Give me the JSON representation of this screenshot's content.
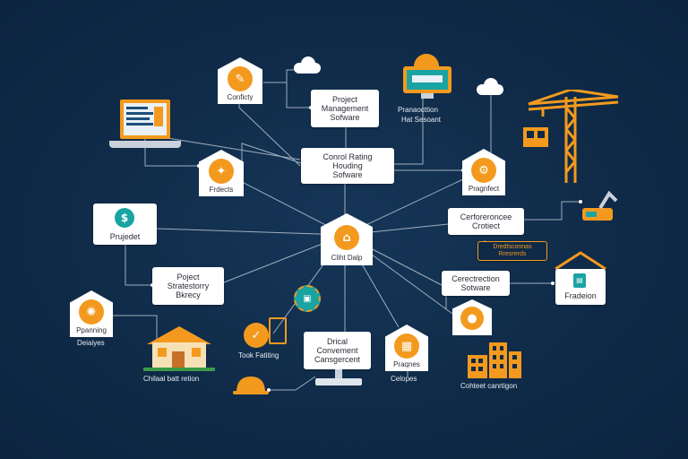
{
  "nodes": {
    "central": {
      "lines": [
        "Conrol Rating",
        "Houding",
        "Sofware"
      ]
    },
    "hub": {
      "label": "Cliht Dalp"
    },
    "project_mgmt": {
      "lines": [
        "Project",
        "Management",
        "Sofware"
      ]
    },
    "conficty": {
      "label": "Conficty"
    },
    "finance": {
      "label": "Frdects"
    },
    "budget": {
      "label": "Prujedet"
    },
    "project_story": {
      "lines": [
        "Poject",
        "Stratestorry",
        "Bkrecy"
      ]
    },
    "planning": {
      "label": "Ppanning"
    },
    "architects": {
      "label": "Pragnfect"
    },
    "conference": {
      "lines": [
        "Cerforeroncee",
        "Crotiect"
      ]
    },
    "contribution": {
      "lines": [
        "Cerectrection",
        "Sotware"
      ]
    },
    "foundation": {
      "label": "Fradeion"
    },
    "product": {
      "lines": [
        "Drical",
        "Convement",
        "Cansgercent"
      ]
    },
    "progress": {
      "label": "Praqnes"
    },
    "orange_tag": {
      "lines": [
        "Dredtsconnas",
        "Rresrerds"
      ]
    },
    "user_pin": {
      "label": ""
    }
  },
  "captions": {
    "deliveries": "Deiaiyes",
    "child_matters": "Chilaal batt retion",
    "tool_rating": "Took Fatiting",
    "colopes": "Celopes",
    "contract_campaign": "Cohteet canrtigon",
    "promotion": "Pranaocttion",
    "hat_support": "Hat Sesoant"
  },
  "icons": {
    "pencil": "pencil-icon",
    "dollar": "dollar-icon",
    "gear": "gear-icon",
    "bulb": "bulb-icon",
    "user": "user-icon",
    "chart": "chart-icon",
    "cloud": "cloud-icon",
    "crane": "crane-icon",
    "house": "house-icon",
    "laptop": "laptop-icon",
    "hardhat": "hardhat-icon"
  },
  "colors": {
    "background": "#0f2a47",
    "accent": "#f39a1e",
    "teal": "#1aa3a3",
    "wire": "#b8c4d2",
    "box": "#ffffff"
  }
}
